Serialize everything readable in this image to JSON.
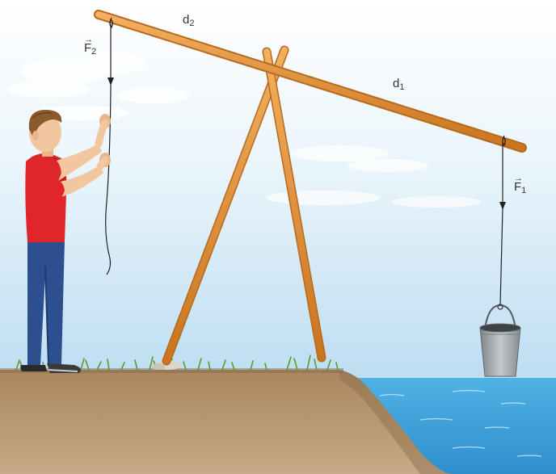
{
  "labels": {
    "d2": {
      "base": "d",
      "sub": "2"
    },
    "d1": {
      "base": "d",
      "sub": "1"
    },
    "F2": {
      "base": "F",
      "sub": "2",
      "arrow": "→"
    },
    "F1": {
      "base": "F",
      "sub": "1",
      "arrow": "→"
    }
  },
  "colors": {
    "sky_top": "#ffffff",
    "sky_bottom": "#a9d3ee",
    "pole": "#e4953a",
    "pole_dark": "#b8691c",
    "ground": "#b0906a",
    "ground_dark": "#8b6c4a",
    "water": "#55b5e6",
    "grass": "#5f9a2e",
    "shirt": "#e0262a",
    "jeans": "#2b4f8f",
    "hair": "#8a5a2b",
    "skin": "#f2c7a0",
    "bucket": "#9aa1a6",
    "rope": "#222222"
  },
  "icons": [
    "person-icon",
    "bucket-icon",
    "cloud-icon",
    "grass-icon"
  ]
}
